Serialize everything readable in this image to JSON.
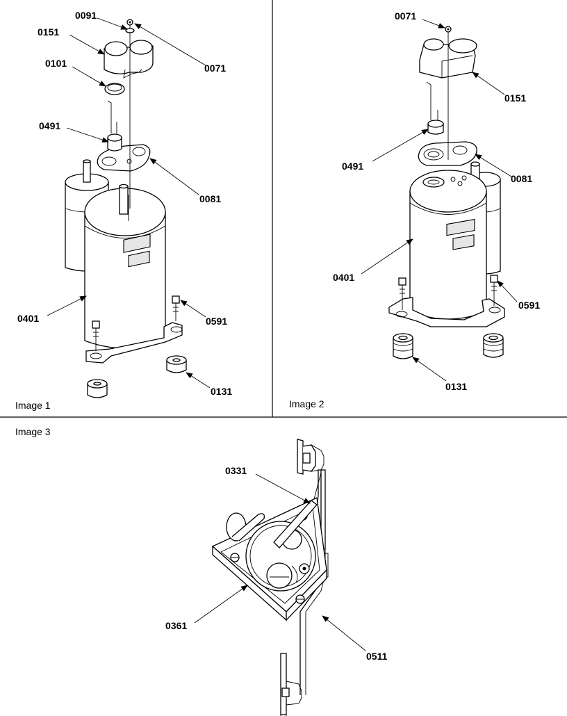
{
  "panels": [
    {
      "id": "image-1",
      "label": "Image 1"
    },
    {
      "id": "image-2",
      "label": "Image 2"
    },
    {
      "id": "image-3",
      "label": "Image 3"
    }
  ],
  "parts": {
    "image1": [
      "0091",
      "0151",
      "0101",
      "0071",
      "0491",
      "0081",
      "0401",
      "0591",
      "0131"
    ],
    "image2": [
      "0071",
      "0151",
      "0491",
      "0081",
      "0401",
      "0591",
      "0131"
    ],
    "image3": [
      "0331",
      "0361",
      "0511"
    ]
  },
  "colors": {
    "line": "#000000",
    "background": "#ffffff",
    "shading": "#e6e6e6"
  }
}
